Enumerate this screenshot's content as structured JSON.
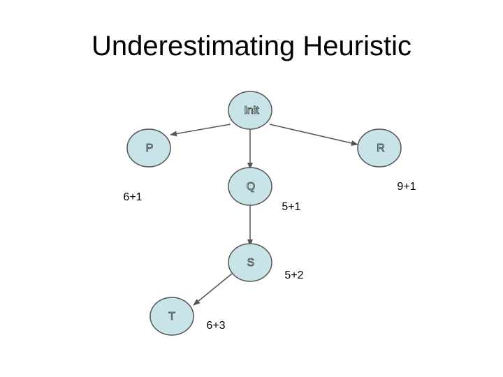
{
  "title": "Underestimating Heuristic",
  "colors": {
    "node_fill": "#c8e4e8",
    "node_stroke": "#555555",
    "edge": "#555555"
  },
  "nodes": [
    {
      "id": "init",
      "label": "Init"
    },
    {
      "id": "p",
      "label": "P"
    },
    {
      "id": "r",
      "label": "R"
    },
    {
      "id": "q",
      "label": "Q"
    },
    {
      "id": "s",
      "label": "S"
    },
    {
      "id": "t",
      "label": "T"
    }
  ],
  "edges": [
    {
      "from": "init",
      "to": "p"
    },
    {
      "from": "init",
      "to": "r"
    },
    {
      "from": "init",
      "to": "q"
    },
    {
      "from": "q",
      "to": "s"
    },
    {
      "from": "s",
      "to": "t"
    }
  ],
  "costs": {
    "p": "6+1",
    "r": "9+1",
    "q": "5+1",
    "s": "5+2",
    "t": "6+3"
  }
}
